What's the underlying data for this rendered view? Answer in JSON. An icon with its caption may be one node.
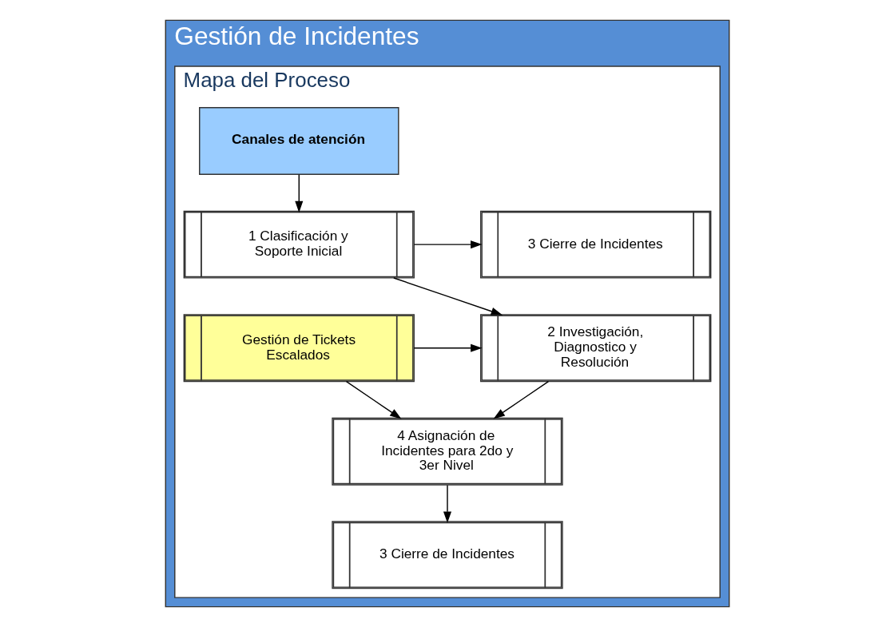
{
  "diagram": {
    "nodes": [
      {
        "text": [
          "Gestión de Incidentes"
        ]
      },
      {
        "text": [
          "Mapa del Proceso"
        ],
        "in": 0
      },
      {
        "text": [
          "Canales de atención"
        ],
        "in": 1
      },
      {
        "text": [
          "1 Clasificación y Soporte Inicial"
        ],
        "in": 1
      },
      {
        "text": [
          "3 Cierre de Incidentes"
        ],
        "in": 1
      },
      {
        "text": [
          "2 Investigación, Diagnostico y Resolución"
        ],
        "in": 1
      },
      {
        "text": [
          "Gestión de Tickets Escalados"
        ],
        "in": 1
      },
      {
        "text": [
          "4 Asignación de Incidentes para 2do y 3er Nivel"
        ],
        "in": 1
      },
      {
        "text": [
          "3 Cierre de Incidentes"
        ],
        "in": 1
      }
    ],
    "edges": [
      {
        "from": 2,
        "to": 3,
        "arrow": "to"
      },
      {
        "from": 3,
        "to": 4,
        "arrow": "to"
      },
      {
        "from": 3,
        "to": 5,
        "arrow": "to"
      },
      {
        "from": 5,
        "to": 7,
        "arrow": "to"
      },
      {
        "from": 6,
        "to": 5,
        "arrow": "to"
      },
      {
        "from": 6,
        "to": 7,
        "arrow": "to"
      },
      {
        "from": 7,
        "to": 8,
        "arrow": "to"
      }
    ]
  }
}
